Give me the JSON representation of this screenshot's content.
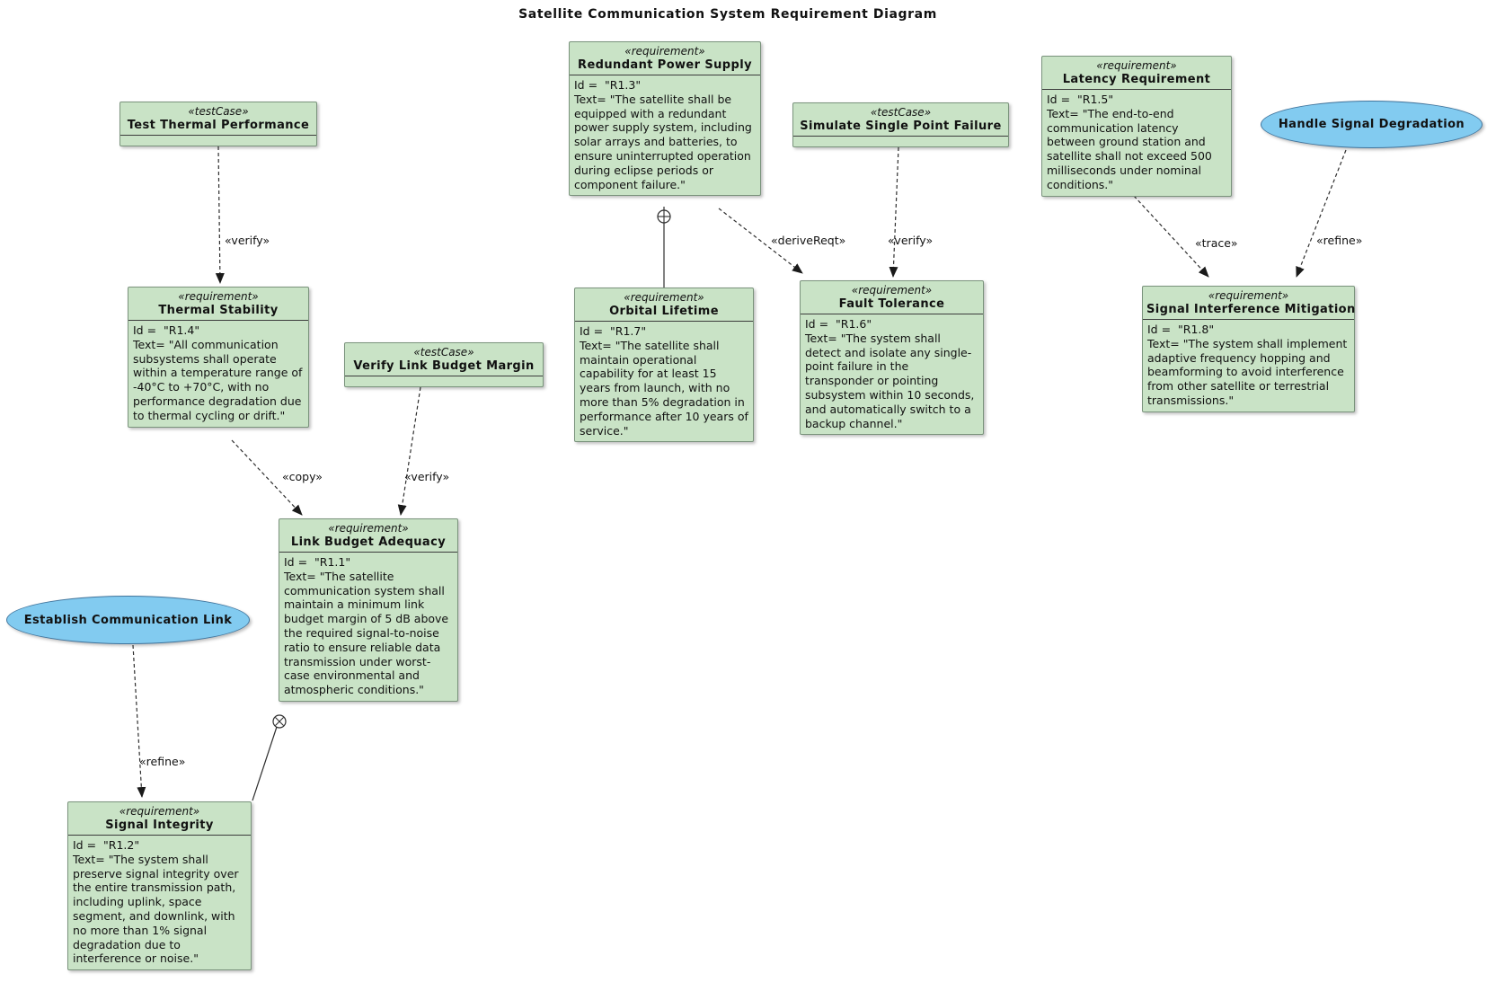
{
  "title": "Satellite Communication System Requirement Diagram",
  "colors": {
    "requirement_fill": "#c9e3c6",
    "requirement_border": "#7a937c",
    "usecase_fill": "#82cbf0",
    "usecase_border": "#41759d",
    "edge_color": "#2e2e2e"
  },
  "nodes": {
    "test_thermal_performance": {
      "stereotype": "«testCase»",
      "name": "Test Thermal Performance"
    },
    "verify_link_budget_margin": {
      "stereotype": "«testCase»",
      "name": "Verify Link Budget Margin"
    },
    "simulate_single_point_failure": {
      "stereotype": "«testCase»",
      "name": "Simulate Single Point Failure"
    },
    "redundant_power_supply": {
      "stereotype": "«requirement»",
      "name": "Redundant Power Supply",
      "id": "Id =  \"R1.3\"",
      "text": "Text= \"The satellite shall be equipped with a redundant power supply system, including solar arrays and batteries, to ensure uninterrupted operation during eclipse periods or component failure.\""
    },
    "latency_requirement": {
      "stereotype": "«requirement»",
      "name": "Latency Requirement",
      "id": "Id =  \"R1.5\"",
      "text": "Text= \"The end-to-end communication latency between ground station and satellite shall not exceed 500 milliseconds under nominal conditions.\""
    },
    "thermal_stability": {
      "stereotype": "«requirement»",
      "name": "Thermal Stability",
      "id": "Id =  \"R1.4\"",
      "text": "Text= \"All communication subsystems shall operate within a temperature range of -40°C to +70°C, with no performance degradation due to thermal cycling or drift.\""
    },
    "orbital_lifetime": {
      "stereotype": "«requirement»",
      "name": "Orbital Lifetime",
      "id": "Id =  \"R1.7\"",
      "text": "Text= \"The satellite shall maintain operational capability for at least 15 years from launch, with no more than 5% degradation in performance after 10 years of service.\""
    },
    "fault_tolerance": {
      "stereotype": "«requirement»",
      "name": "Fault Tolerance",
      "id": "Id =  \"R1.6\"",
      "text": "Text= \"The system shall detect and isolate any single-point failure in the transponder or pointing subsystem within 10 seconds, and automatically switch to a backup channel.\""
    },
    "signal_interference_mitigation": {
      "stereotype": "«requirement»",
      "name": "Signal Interference Mitigation",
      "id": "Id =  \"R1.8\"",
      "text": "Text= \"The system shall implement adaptive frequency hopping and beamforming to avoid interference from other satellite or terrestrial transmissions.\""
    },
    "link_budget_adequacy": {
      "stereotype": "«requirement»",
      "name": "Link Budget Adequacy",
      "id": "Id =  \"R1.1\"",
      "text": "Text= \"The satellite communication system shall maintain a minimum link budget margin of 5 dB above the required signal-to-noise ratio to ensure reliable data transmission under worst-case environmental and atmospheric conditions.\""
    },
    "signal_integrity": {
      "stereotype": "«requirement»",
      "name": "Signal Integrity",
      "id": "Id =  \"R1.2\"",
      "text": "Text= \"The system shall preserve signal integrity over the entire transmission path, including uplink, space segment, and downlink, with no more than 1% signal degradation due to interference or noise.\""
    },
    "establish_communication_link": {
      "name": "Establish Communication Link"
    },
    "handle_signal_degradation": {
      "name": "Handle Signal Degradation"
    }
  },
  "edge_labels": {
    "verify_thermal": "«verify»",
    "copy": "«copy»",
    "verify_link_budget": "«verify»",
    "derive_reqt": "«deriveReqt»",
    "verify_fault": "«verify»",
    "trace": "«trace»",
    "refine_interference": "«refine»",
    "refine_integrity": "«refine»"
  }
}
